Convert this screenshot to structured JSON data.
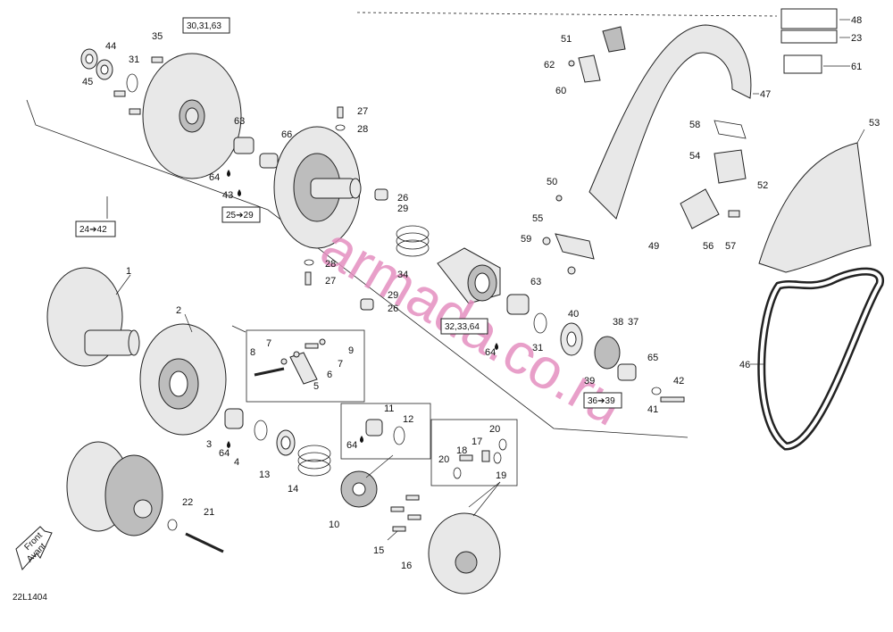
{
  "diagram": {
    "code": "22L1404",
    "watermark": "armada.co.ru",
    "front_label": [
      "Front",
      "Avant"
    ],
    "callouts": [
      {
        "id": "c1",
        "text": "1"
      },
      {
        "id": "c2",
        "text": "2"
      },
      {
        "id": "c3",
        "text": "3"
      },
      {
        "id": "c4",
        "text": "4"
      },
      {
        "id": "c5",
        "text": "5"
      },
      {
        "id": "c6",
        "text": "6"
      },
      {
        "id": "c7a",
        "text": "7"
      },
      {
        "id": "c7b",
        "text": "7"
      },
      {
        "id": "c8",
        "text": "8"
      },
      {
        "id": "c9",
        "text": "9"
      },
      {
        "id": "c10",
        "text": "10"
      },
      {
        "id": "c11",
        "text": "11"
      },
      {
        "id": "c12",
        "text": "12"
      },
      {
        "id": "c13",
        "text": "13"
      },
      {
        "id": "c14",
        "text": "14"
      },
      {
        "id": "c15",
        "text": "15"
      },
      {
        "id": "c16",
        "text": "16"
      },
      {
        "id": "c17",
        "text": "17"
      },
      {
        "id": "c18",
        "text": "18"
      },
      {
        "id": "c19",
        "text": "19"
      },
      {
        "id": "c20a",
        "text": "20"
      },
      {
        "id": "c20b",
        "text": "20"
      },
      {
        "id": "c21",
        "text": "21"
      },
      {
        "id": "c22",
        "text": "22"
      },
      {
        "id": "c23",
        "text": "23"
      },
      {
        "id": "c26a",
        "text": "26"
      },
      {
        "id": "c26b",
        "text": "26"
      },
      {
        "id": "c27a",
        "text": "27"
      },
      {
        "id": "c27b",
        "text": "27"
      },
      {
        "id": "c28a",
        "text": "28"
      },
      {
        "id": "c28b",
        "text": "28"
      },
      {
        "id": "c29a",
        "text": "29"
      },
      {
        "id": "c29b",
        "text": "29"
      },
      {
        "id": "c31a",
        "text": "31"
      },
      {
        "id": "c31b",
        "text": "31"
      },
      {
        "id": "c34",
        "text": "34"
      },
      {
        "id": "c35",
        "text": "35"
      },
      {
        "id": "c37",
        "text": "37"
      },
      {
        "id": "c38",
        "text": "38"
      },
      {
        "id": "c39",
        "text": "39"
      },
      {
        "id": "c40",
        "text": "40"
      },
      {
        "id": "c41",
        "text": "41"
      },
      {
        "id": "c42",
        "text": "42"
      },
      {
        "id": "c43",
        "text": "43"
      },
      {
        "id": "c44",
        "text": "44"
      },
      {
        "id": "c45",
        "text": "45"
      },
      {
        "id": "c46",
        "text": "46"
      },
      {
        "id": "c47",
        "text": "47"
      },
      {
        "id": "c48",
        "text": "48"
      },
      {
        "id": "c49",
        "text": "49"
      },
      {
        "id": "c50",
        "text": "50"
      },
      {
        "id": "c51",
        "text": "51"
      },
      {
        "id": "c52",
        "text": "52"
      },
      {
        "id": "c53",
        "text": "53"
      },
      {
        "id": "c54",
        "text": "54"
      },
      {
        "id": "c55",
        "text": "55"
      },
      {
        "id": "c56",
        "text": "56"
      },
      {
        "id": "c57",
        "text": "57"
      },
      {
        "id": "c58",
        "text": "58"
      },
      {
        "id": "c59",
        "text": "59"
      },
      {
        "id": "c60",
        "text": "60"
      },
      {
        "id": "c61",
        "text": "61"
      },
      {
        "id": "c62",
        "text": "62"
      },
      {
        "id": "c63a",
        "text": "63"
      },
      {
        "id": "c63b",
        "text": "63"
      },
      {
        "id": "c64a",
        "text": "64"
      },
      {
        "id": "c64b",
        "text": "64"
      },
      {
        "id": "c64c",
        "text": "64"
      },
      {
        "id": "c64d",
        "text": "64"
      },
      {
        "id": "c65",
        "text": "65"
      },
      {
        "id": "c66",
        "text": "66"
      }
    ],
    "boxed_callouts": [
      {
        "id": "b1",
        "text": "30,31,63"
      },
      {
        "id": "b2",
        "text": "24➔42"
      },
      {
        "id": "b3",
        "text": "25➔29"
      },
      {
        "id": "b4",
        "text": "32,33,64"
      },
      {
        "id": "b5",
        "text": "36➔39"
      }
    ]
  }
}
